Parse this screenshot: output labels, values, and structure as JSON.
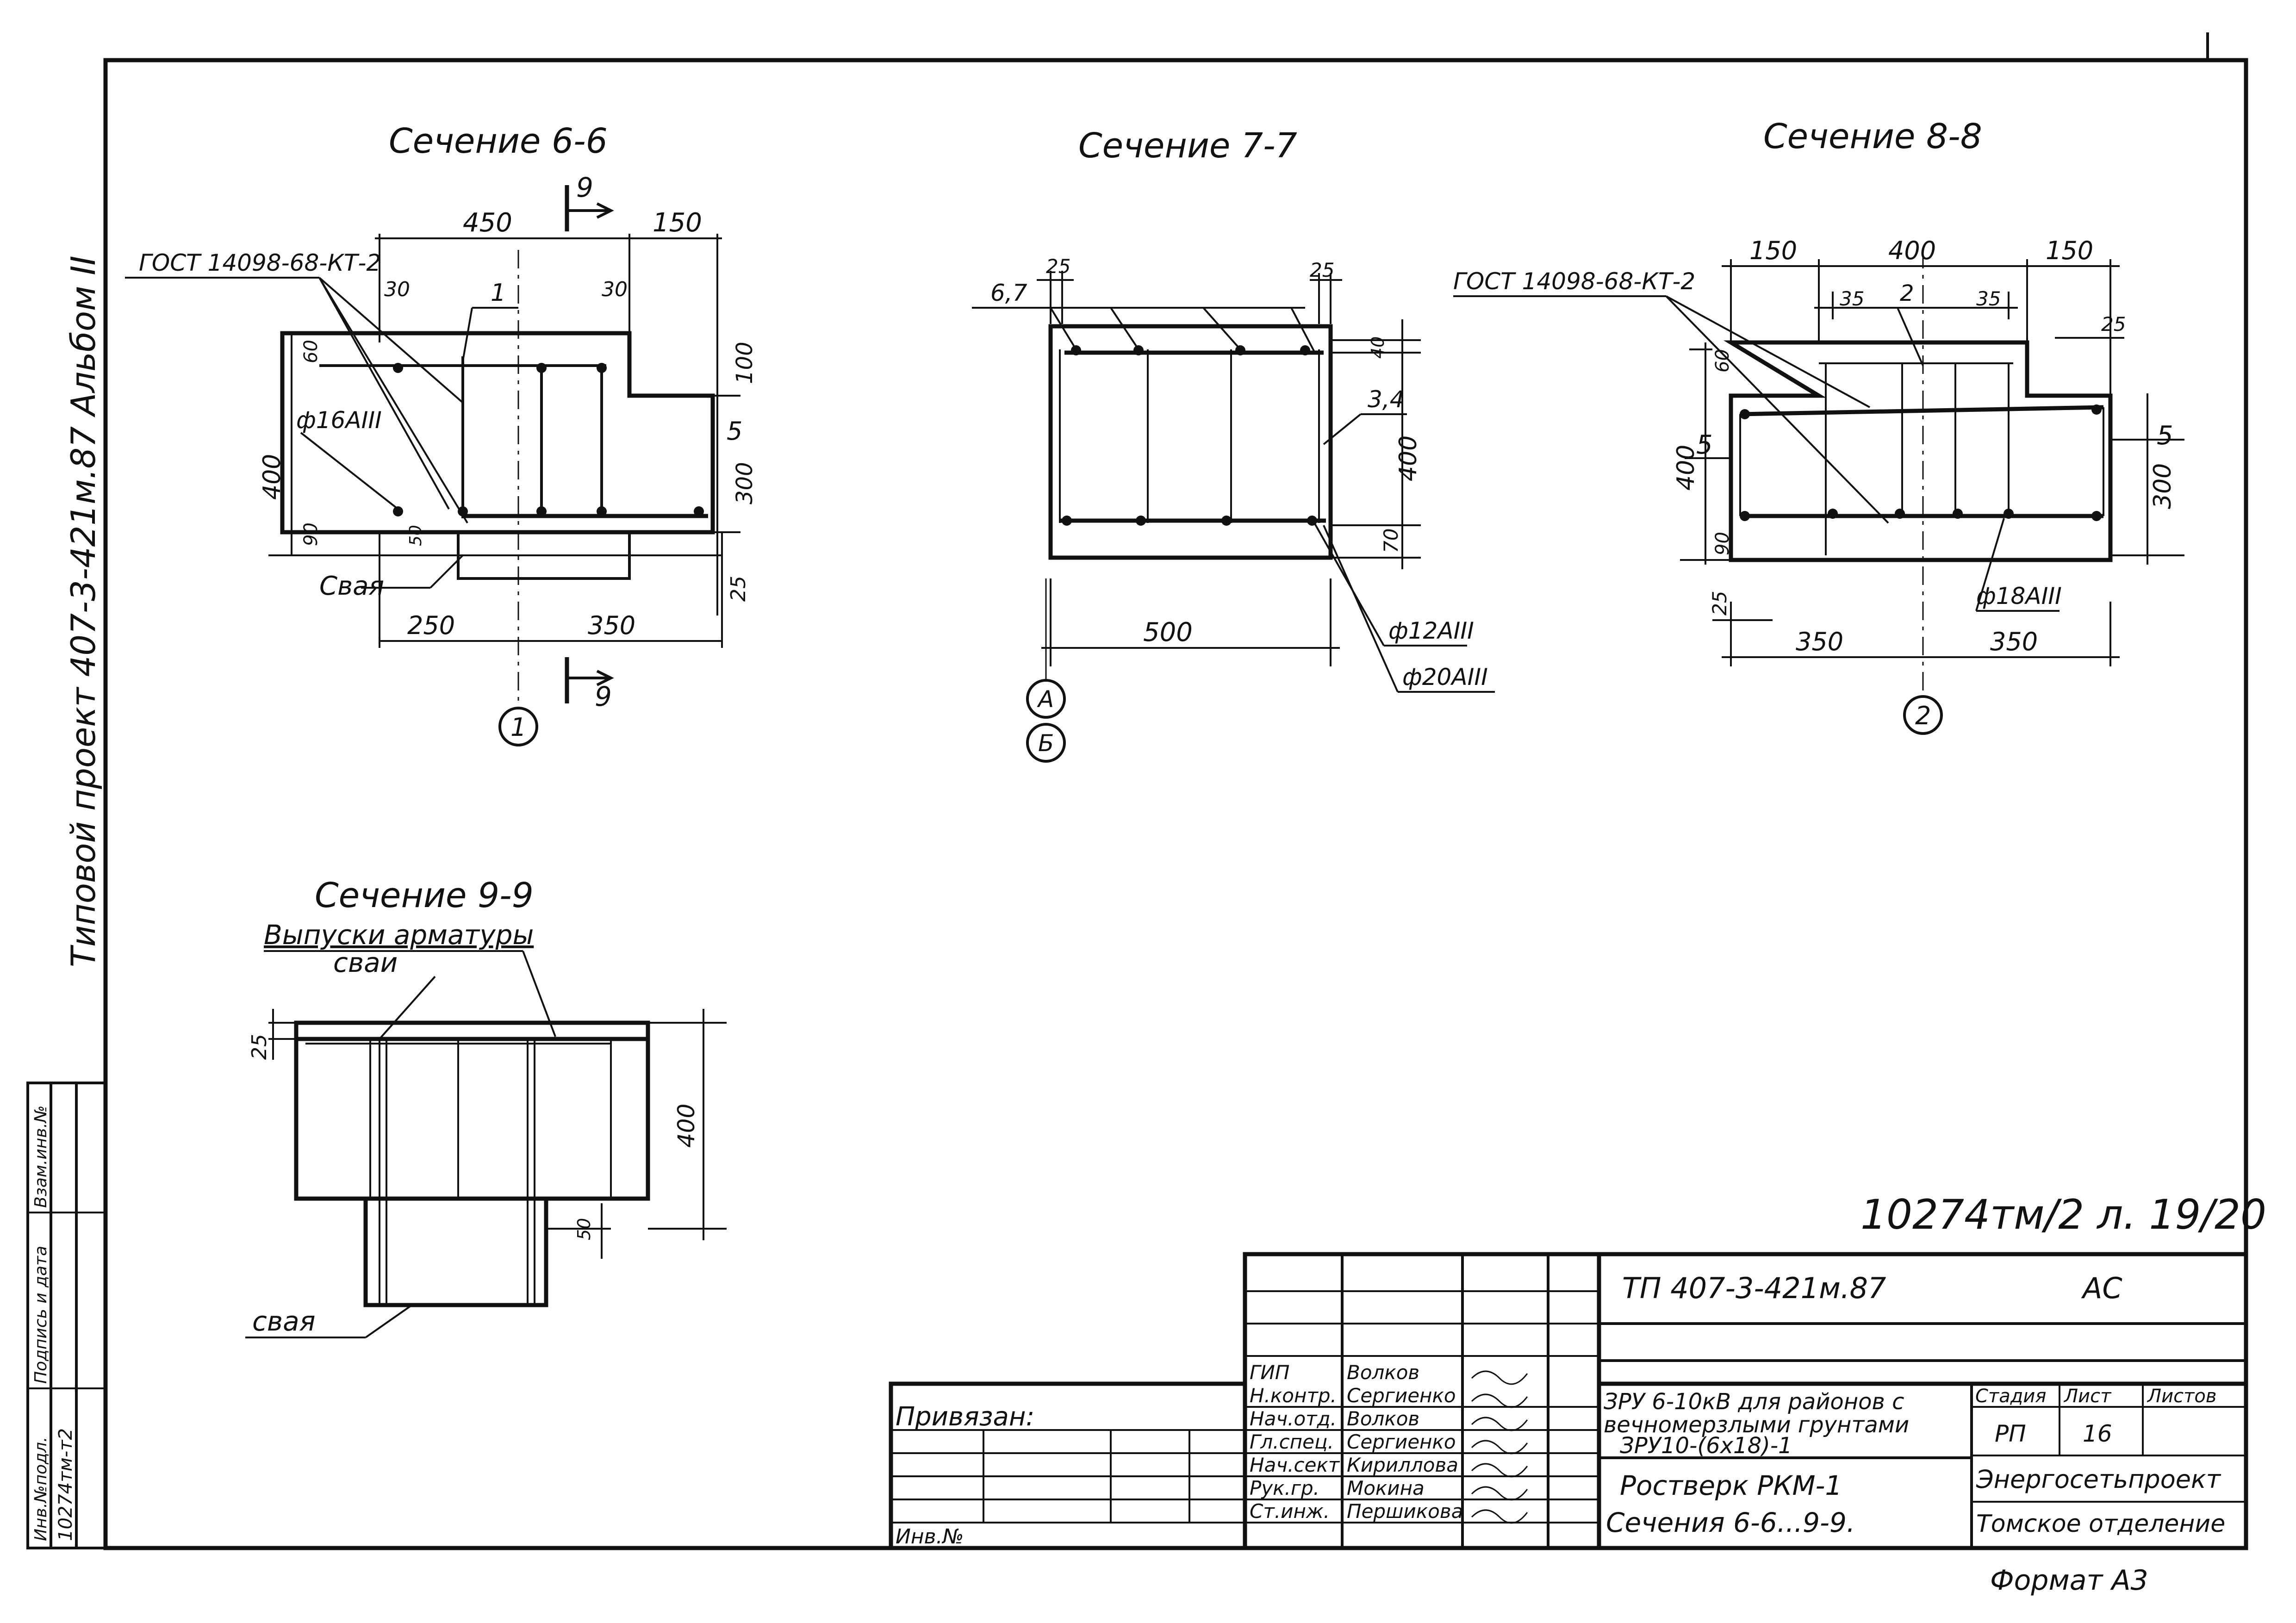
{
  "sheet_number": "10274тм/2 л. 19/20",
  "sidebar": {
    "album_text": "Типовой проект 407-3-421м.87 Альбом II",
    "stamp_cells": [
      "Инв.№подл.",
      "Подпись и дата",
      "Взам.инв.№"
    ],
    "inv_value": "10274тм-т2"
  },
  "sections": {
    "s66": {
      "title": "Сечение 6-6",
      "gost": "ГОСТ 14098-68-КТ-2",
      "dims": [
        "450",
        "150",
        "30",
        "30",
        "60",
        "100",
        "400",
        "5",
        "300",
        "90",
        "50",
        "25",
        "250",
        "350"
      ],
      "pos": "1",
      "rebar": "ф16АIII",
      "pile": "Свая",
      "cut_mark": "9",
      "axis": "1"
    },
    "s77": {
      "title": "Сечение 7-7",
      "dims": [
        "25",
        "25",
        "40",
        "400",
        "70",
        "500"
      ],
      "pos_top": "6,7",
      "pos_side": "3,4",
      "rebar1": "ф12АIII",
      "rebar2": "ф20АIII",
      "axis_a": "А",
      "axis_b": "Б"
    },
    "s88": {
      "title": "Сечение 8-8",
      "gost": "ГОСТ 14098-68-КТ-2",
      "dims": [
        "150",
        "400",
        "150",
        "35",
        "35",
        "25",
        "60",
        "400",
        "5",
        "300",
        "90",
        "25",
        "350",
        "350"
      ],
      "pos_top": "2",
      "pos_left": "5",
      "rebar": "ф18АIII",
      "axis": "2"
    },
    "s99": {
      "title": "Сечение 9-9",
      "note_line1": "Выпуски арматуры",
      "note_line2": "сваи",
      "dims": [
        "25",
        "400",
        "50"
      ],
      "pile": "свая"
    }
  },
  "title_block": {
    "code": "ТП    407-3-421м.87",
    "mark": "АС",
    "bound": "Привязан:",
    "inv_label": "Инв.№",
    "roles": [
      "ГИП",
      "Н.контр.",
      "Нач.отд.",
      "Гл.спец.",
      "Нач.сект.",
      "Рук.гр.",
      "Ст.инж."
    ],
    "names": [
      "Волков",
      "Сергиенко",
      "Волков",
      "Сергиенко",
      "Кириллова",
      "Мокина",
      "Першикова"
    ],
    "description_1": "ЗРУ 6-10кВ для районов с",
    "description_2": "вечномерзлыми грунтами",
    "description_3": "ЗРУ10-(6х18)-1",
    "drawing_1": "Ростверк РКМ-1",
    "drawing_2": "Сечения 6-6...9-9.",
    "stage_label": "Стадия",
    "sheet_label": "Лист",
    "sheets_label": "Листов",
    "stage": "РП",
    "sheet": "16",
    "org_1": "Энергосетьпроект",
    "org_2": "Томское отделение",
    "format": "Формат А3"
  }
}
